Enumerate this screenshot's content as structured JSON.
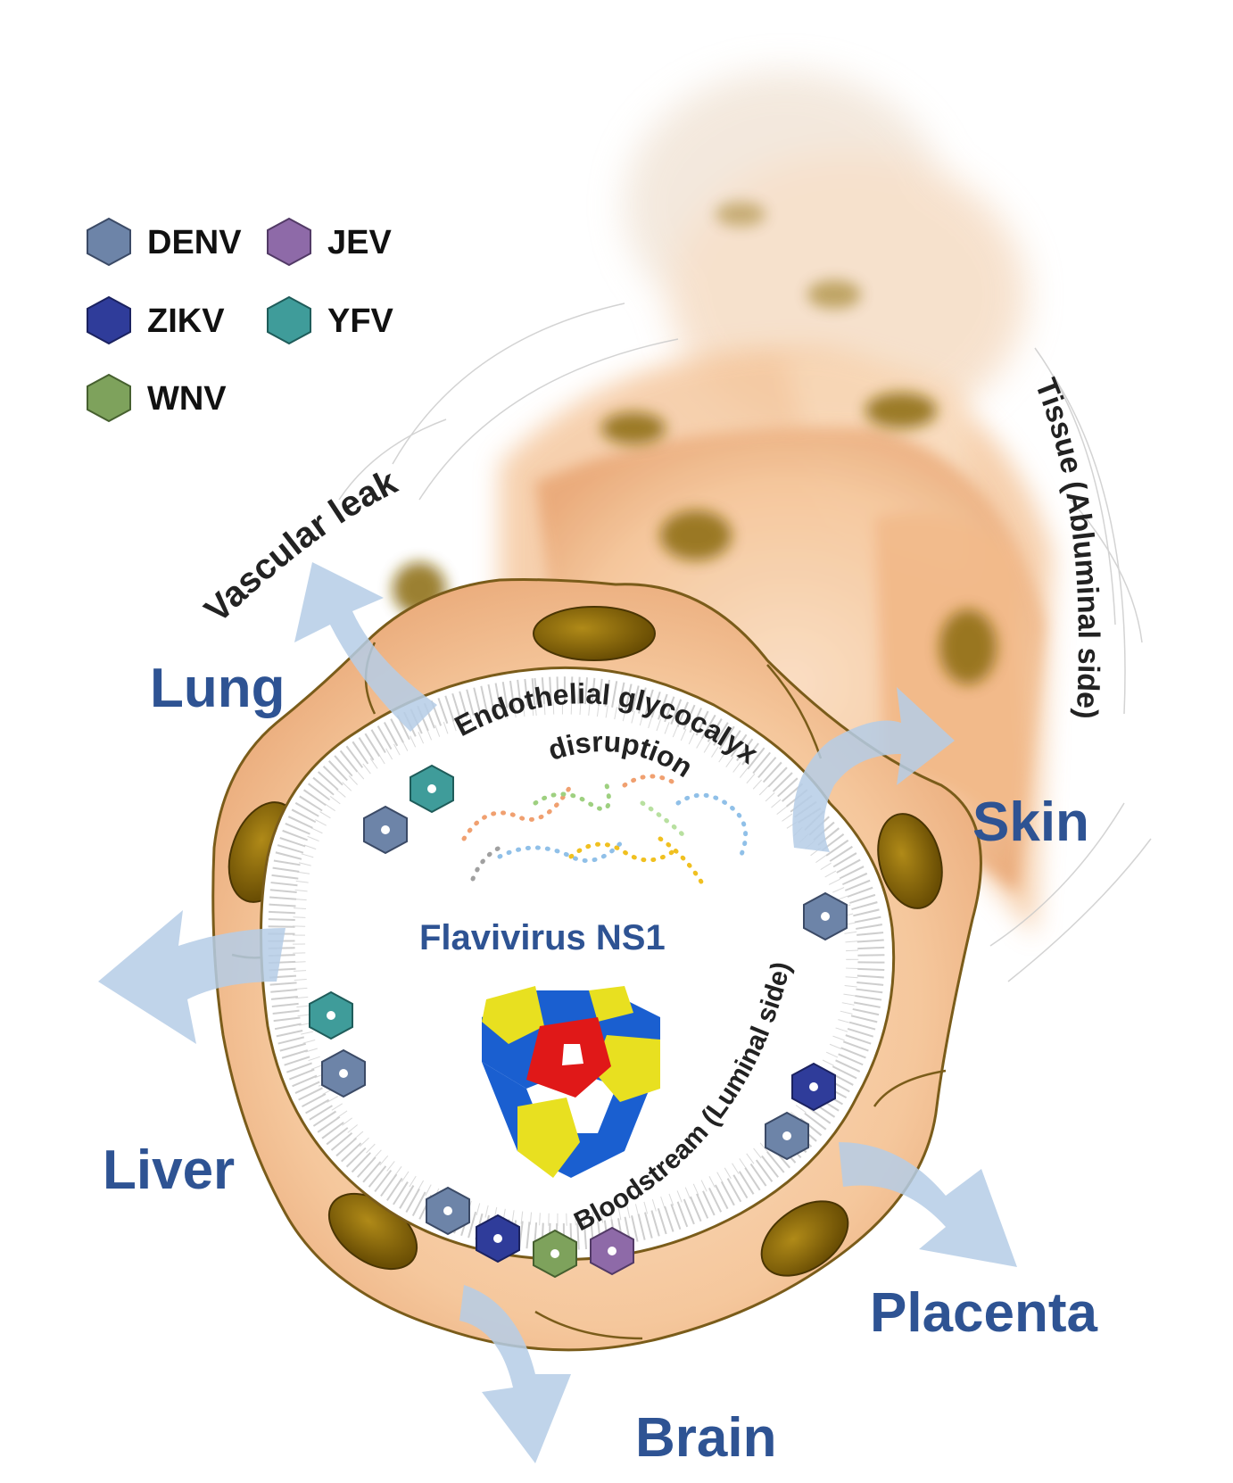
{
  "legend": [
    {
      "label": "DENV",
      "color": "#6d84a8"
    },
    {
      "label": "JEV",
      "color": "#8e6aa8"
    },
    {
      "label": "ZIKV",
      "color": "#2f3c9a"
    },
    {
      "label": "YFV",
      "color": "#3f9c9a"
    },
    {
      "label": "WNV",
      "color": "#7ea25c"
    }
  ],
  "labels": {
    "vascular_leak": "Vascular leak",
    "tissue": "Tissue (Abluminal side)",
    "glycocalyx_line1": "Endothelial glycocalyx",
    "glycocalyx_line2": "disruption",
    "ns1": "Flavivirus NS1",
    "bloodstream": "Bloodstream (Luminal side)"
  },
  "organs": {
    "lung": "Lung",
    "skin": "Skin",
    "liver": "Liver",
    "placenta": "Placenta",
    "brain": "Brain"
  },
  "colors": {
    "cell_fill": "#f7c9a0",
    "cell_outline": "#7a5c1a",
    "nucleus": "#8a6a08",
    "arrow": "#b5cde6",
    "organ_text": "#2E5393",
    "protein_yellow": "#e8e020",
    "protein_blue": "#1a5fd0",
    "protein_red": "#e01818"
  }
}
